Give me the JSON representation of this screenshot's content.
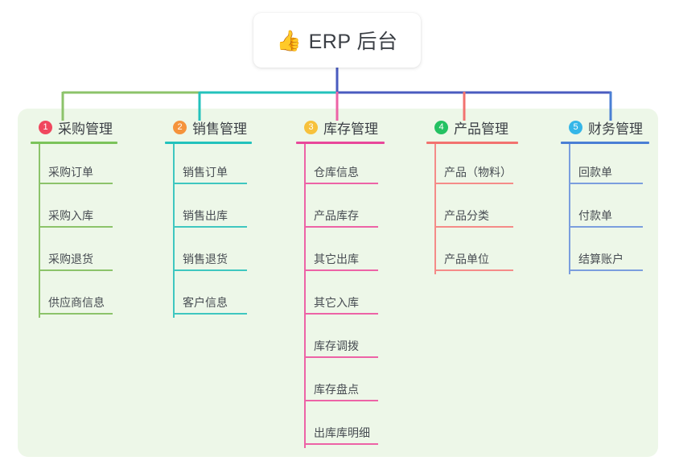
{
  "root": {
    "icon": "thumbs-up-emoji",
    "emoji": "👍",
    "title": "ERP 后台"
  },
  "colors": {
    "panel_bg": "#edf7e8",
    "page_bg": "#ffffff",
    "text": "#3b3f45",
    "trunk": "#4a5bbf",
    "link_green": "#8cc36a",
    "link_teal": "#1fbfb8",
    "link_blue": "#4a5bbf"
  },
  "columns": [
    {
      "index": "1",
      "title": "采购管理",
      "badge_color": "#f0475e",
      "rule_color": "#7bc35a",
      "line_color": "#8cc36a",
      "items": [
        {
          "label": "采购订单"
        },
        {
          "label": "采购入库"
        },
        {
          "label": "采购退货"
        },
        {
          "label": "供应商信息"
        }
      ]
    },
    {
      "index": "2",
      "title": "销售管理",
      "badge_color": "#f5933c",
      "rule_color": "#23c2bc",
      "line_color": "#3fc7c0",
      "items": [
        {
          "label": "销售订单"
        },
        {
          "label": "销售出库"
        },
        {
          "label": "销售退货"
        },
        {
          "label": "客户信息"
        }
      ]
    },
    {
      "index": "3",
      "title": "库存管理",
      "badge_color": "#f7c13c",
      "rule_color": "#e8489a",
      "line_color": "#ed63a6",
      "items": [
        {
          "label": "仓库信息"
        },
        {
          "label": "产品库存"
        },
        {
          "label": "其它出库"
        },
        {
          "label": "其它入库"
        },
        {
          "label": "库存调拨"
        },
        {
          "label": "库存盘点"
        },
        {
          "label": "出库库明细"
        }
      ]
    },
    {
      "index": "4",
      "title": "产品管理",
      "badge_color": "#24c162",
      "rule_color": "#f2726f",
      "line_color": "#f58b88",
      "items": [
        {
          "label": "产品（物料）"
        },
        {
          "label": "产品分类"
        },
        {
          "label": "产品单位"
        }
      ]
    },
    {
      "index": "5",
      "title": "财务管理",
      "badge_color": "#35b6e8",
      "rule_color": "#4a7fd4",
      "line_color": "#7b9ede",
      "items": [
        {
          "label": "回款单"
        },
        {
          "label": "付款单"
        },
        {
          "label": "结算账户"
        }
      ]
    }
  ]
}
